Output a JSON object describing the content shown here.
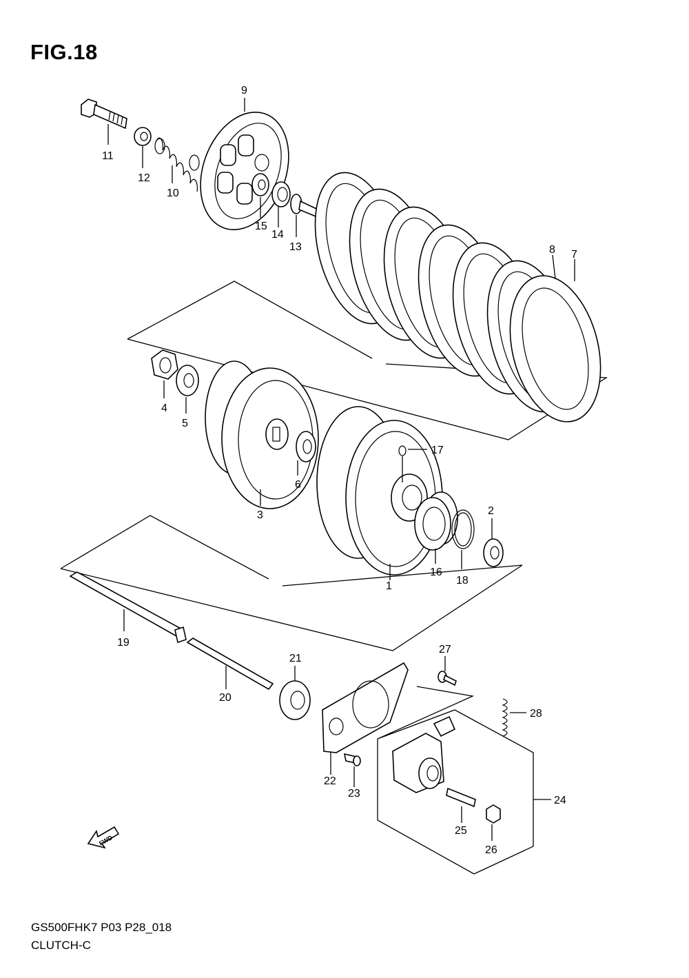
{
  "figure": {
    "title": "FIG.18",
    "model_code": "GS500FHK7 P03 P28_018",
    "section_name": "CLUTCH-C",
    "fwd_label": "FWD"
  },
  "callouts": [
    "1",
    "2",
    "3",
    "4",
    "5",
    "6",
    "7",
    "8",
    "9",
    "10",
    "11",
    "12",
    "13",
    "14",
    "15",
    "16",
    "17",
    "18",
    "19",
    "20",
    "21",
    "22",
    "23",
    "24",
    "25",
    "26",
    "27",
    "28"
  ]
}
